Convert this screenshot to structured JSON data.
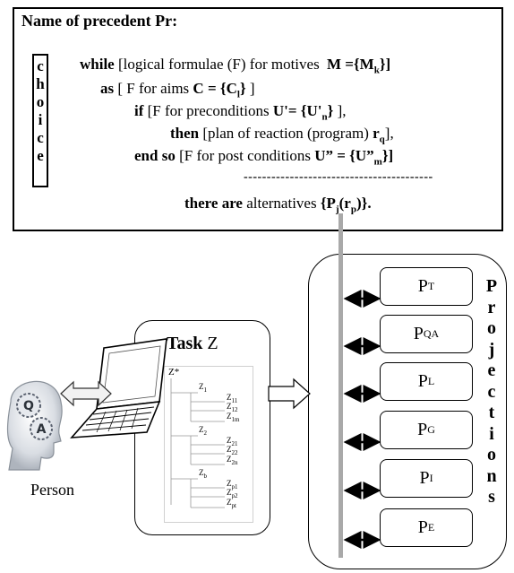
{
  "header": {
    "title": "Name of precedent Pr:",
    "choice_letters": [
      "c",
      "h",
      "o",
      "i",
      "c",
      "e"
    ],
    "while_kw": "while",
    "while_text": "[logical formulae (F) for motives",
    "while_formula": "M ={M",
    "while_formula_sub": "k",
    "while_formula_end": "}]",
    "as_kw": "as",
    "as_text": "[ F for aims",
    "as_formula": "C = {C",
    "as_formula_sub": "l",
    "as_formula_end": "}",
    "as_end": "]",
    "if_kw": "if",
    "if_text": "[F for preconditions",
    "if_formula": "U'= {U'",
    "if_formula_sub": "n",
    "if_formula_end": "}",
    "if_end": "],",
    "then_kw": "then",
    "then_text": "[plan of reaction (program)",
    "then_formula": "r",
    "then_formula_sub": "q",
    "then_end": "],",
    "endso_kw": "end so",
    "endso_text": "[F for post conditions",
    "endso_formula": "U” = {U”",
    "endso_formula_sub": "m",
    "endso_formula_end": "}]",
    "dashes": "-----------------------------------------",
    "there_kw": "there are",
    "there_text": "alternatives",
    "there_formula": "{P",
    "there_formula_sub": "j",
    "there_formula_mid": "(r",
    "there_formula_sub2": "p",
    "there_formula_end": ")}."
  },
  "task": {
    "label": "Task",
    "var": "Z",
    "tree_root": "Z*",
    "tree_nodes": [
      {
        "base": "Z",
        "sub": "1"
      },
      {
        "base": "Z",
        "sub": "2"
      },
      {
        "base": "Z",
        "sub": "b"
      }
    ],
    "tree_leaves": [
      {
        "base": "Z",
        "sub": "11"
      },
      {
        "base": "Z",
        "sub": "12"
      },
      {
        "base": "Z",
        "sub": "1m"
      },
      {
        "base": "Z",
        "sub": "21"
      },
      {
        "base": "Z",
        "sub": "22"
      },
      {
        "base": "Z",
        "sub": "2n"
      },
      {
        "base": "Z",
        "sub": "p1"
      },
      {
        "base": "Z",
        "sub": "p2"
      },
      {
        "base": "Z",
        "sub": "pt"
      }
    ]
  },
  "person": {
    "label": "Person",
    "head_letters": [
      "Q",
      "A"
    ]
  },
  "projections": {
    "letters": [
      "P",
      "r",
      "o",
      "j",
      "e",
      "c",
      "t",
      "i",
      "o",
      "n",
      "s"
    ],
    "boxes": [
      {
        "base": "P",
        "sup": "T"
      },
      {
        "base": "P",
        "sup": "QA"
      },
      {
        "base": "P",
        "sup": "L"
      },
      {
        "base": "P",
        "sup": "G"
      },
      {
        "base": "P",
        "sup": "I"
      },
      {
        "base": "P",
        "sup": "E"
      }
    ]
  }
}
